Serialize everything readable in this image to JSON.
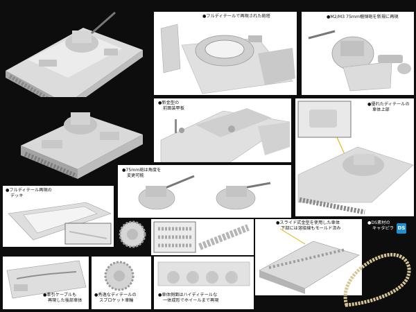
{
  "captions": {
    "turret_detail": "●フルディテールで再現された砲塔",
    "howitzer_new": "●M2/M3 75mm榴弾砲を新規に再現",
    "armor_1": "●新金型の",
    "armor_2": "前面装甲板",
    "hull_detail_1": "●優れたディテールの",
    "hull_detail_2": "車体上部",
    "gun_angle_1": "●75mm砲は角度を",
    "gun_angle_2": "変更可能",
    "deck_1": "●フルディテール再現の",
    "deck_2": "デッキ",
    "slide_mold_1": "●スライド式金型を使用した車体",
    "slide_mold_2": "下部には溶接線もモールド済み",
    "ds_track_1": "●DS素材の",
    "ds_track_2": "キャタピラ",
    "rear_hull_1": "●牽引ケーブルも",
    "rear_hull_2": "再現した後部車体",
    "sprocket_1": "●秀逸なディテールの",
    "sprocket_2": "スプロケット車輪",
    "track_side_1": "●車体側面はハイディテールな",
    "track_side_2": "一体成形でホイールまで再現"
  },
  "badge": {
    "ds_label": "DS"
  },
  "colors": {
    "background": "#0d0d0d",
    "panel": "#ffffff",
    "model_light": "#e2e2e2",
    "model_mid": "#c4c4c4",
    "model_dark": "#8f8f8f",
    "track": "#d6c594",
    "ds_badge": "#1f8fd0"
  }
}
